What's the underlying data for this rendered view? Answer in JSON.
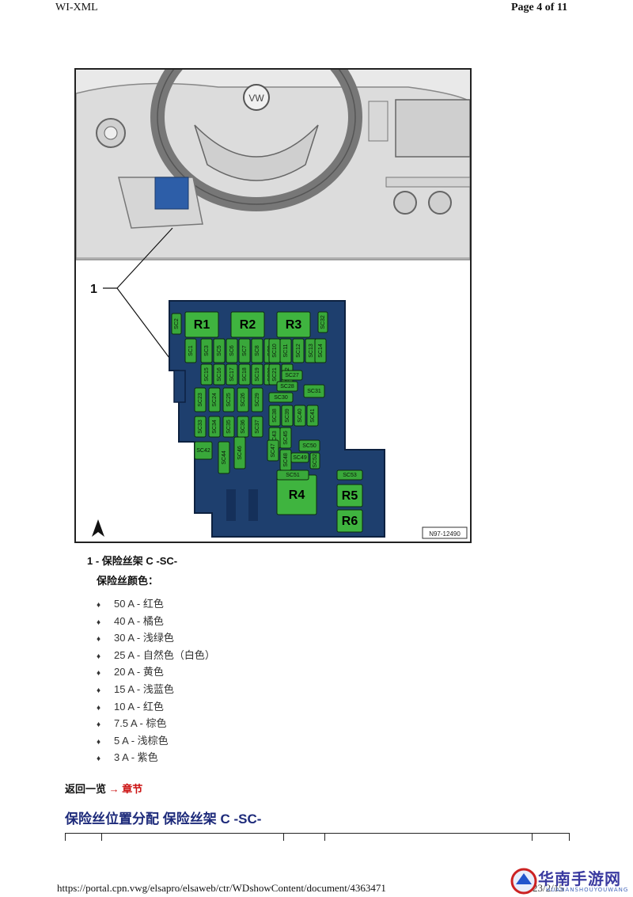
{
  "header": {
    "left": "WI-XML",
    "right": "Page 4 of 11"
  },
  "figure": {
    "callout_number": "1",
    "figure_code": "N97-12490",
    "relays": [
      "R1",
      "R2",
      "R3",
      "R4",
      "R5",
      "R6"
    ],
    "fuses": [
      "SC1",
      "SC2",
      "SC3",
      "SC4",
      "SC5",
      "SC6",
      "SC7",
      "SC8",
      "SC9",
      "SC10",
      "SC11",
      "SC12",
      "SC13",
      "SC14",
      "SC15",
      "SC16",
      "SC17",
      "SC18",
      "SC19",
      "SC20",
      "SC21",
      "SC22",
      "SC23",
      "SC24",
      "SC25",
      "SC26",
      "SC27",
      "SC28",
      "SC29",
      "SC30",
      "SC31",
      "SC32",
      "SC33",
      "SC34",
      "SC35",
      "SC36",
      "SC37",
      "SC38",
      "SC39",
      "SC40",
      "SC41",
      "SC42",
      "SC43",
      "SC44",
      "SC45",
      "SC46",
      "SC47",
      "SC48",
      "SC49",
      "SC50",
      "SC51",
      "SC52",
      "SC53"
    ],
    "colors": {
      "fusebox": "#1e3f6e",
      "fuse": "#39a83a",
      "relay": "#3fb43f"
    }
  },
  "caption": {
    "item": "1 - 保险丝架 C -SC-",
    "colors_title": "保险丝颜色：",
    "colors": [
      "50 A - 红色",
      "40 A - 橘色",
      "30 A - 浅绿色",
      "25 A - 自然色（白色）",
      "20 A - 黄色",
      "15 A - 浅蓝色",
      "10 A - 红色",
      "7.5 A - 棕色",
      "5 A - 浅棕色",
      "3 A - 紫色"
    ]
  },
  "nav": {
    "back_text": "返回一览",
    "back_link": "→ 章节"
  },
  "section_title": "保险丝位置分配 保险丝架 C -SC-",
  "footer": {
    "url": "https://portal.cpn.vwg/elsapro/elsaweb/ctr/WDshowContent/document/4363471",
    "date": "2023/2/15"
  },
  "watermark": {
    "text": "华南手游网",
    "sub": "HUANANSHOUYOUWANG"
  }
}
